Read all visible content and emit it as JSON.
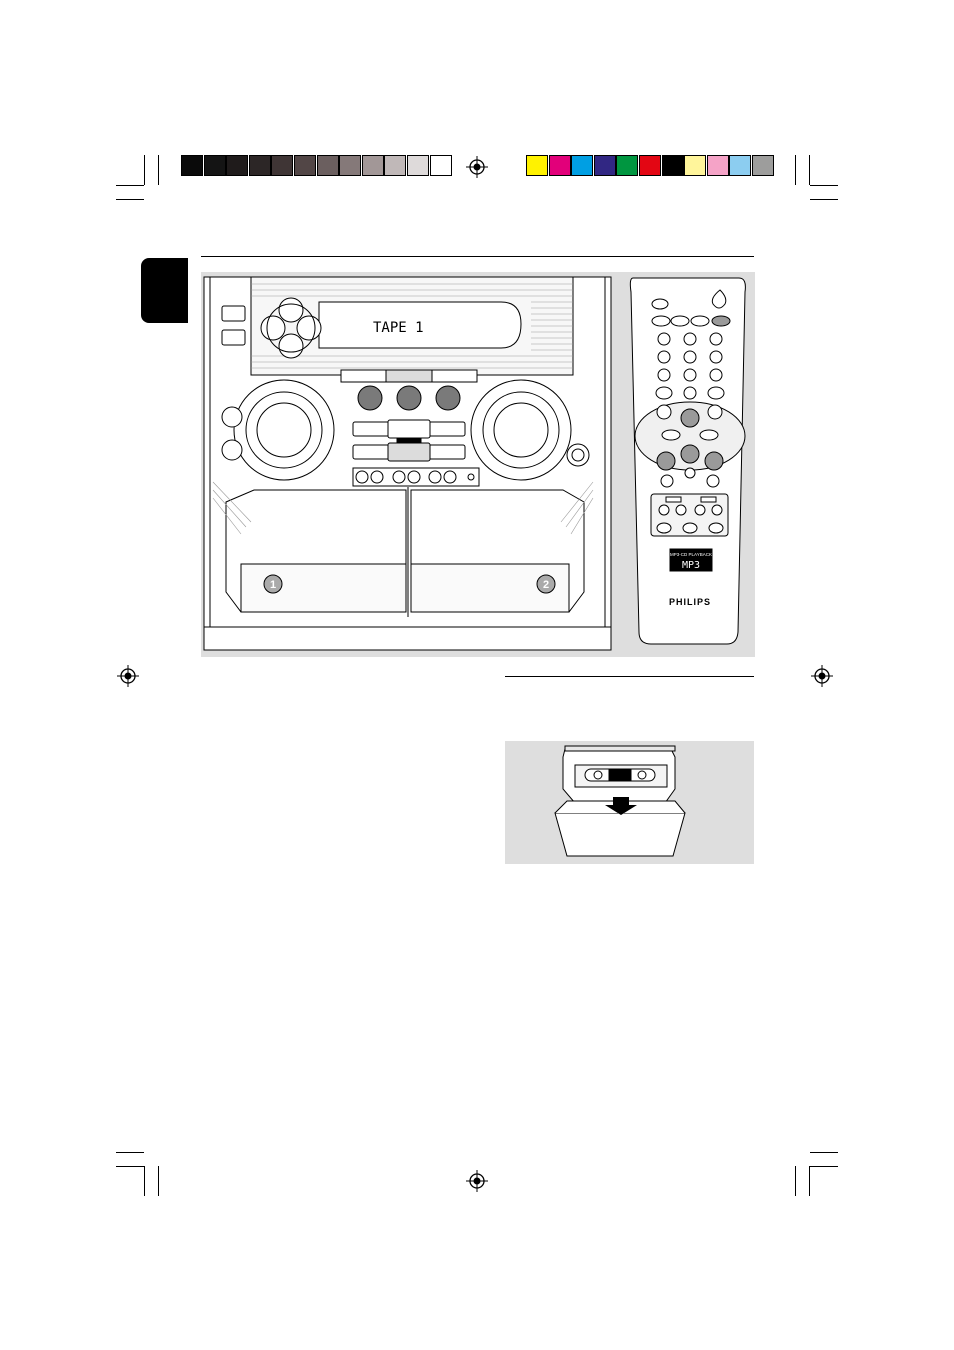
{
  "display": {
    "stereo_lcd_text": "TAPE 1",
    "remote_lcd_caption": "MP3-CD PLAYBACK",
    "remote_lcd_text": "MP3"
  },
  "remote": {
    "brand": "PHILIPS"
  },
  "cassette_deck": {
    "deck_labels": [
      "1",
      "2"
    ]
  },
  "colors": {
    "tab": "#000000",
    "figure_background": "#dedede",
    "left_color_bar": [
      "#0a0a0a",
      "#141414",
      "#1f1b1b",
      "#2c2626",
      "#3f3535",
      "#524646",
      "#6b5f5f",
      "#857979",
      "#a29797",
      "#c0b8b8",
      "#dedada",
      "#ffffff"
    ],
    "right_color_bar": [
      "#fff200",
      "#e2007a",
      "#009fe3",
      "#312783",
      "#009640",
      "#e30613",
      "#000000",
      "#fff59b",
      "#f5a3c7",
      "#8ccdf0",
      "#9d9d9c"
    ]
  }
}
